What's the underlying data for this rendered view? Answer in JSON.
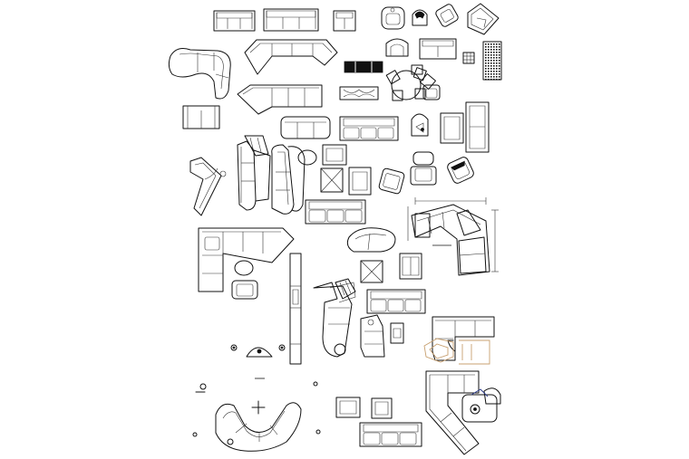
{
  "drawing": {
    "background": "#ffffff",
    "line_color": "#111111",
    "accent_colors": [
      "#c8a070",
      "#2a3a8a"
    ],
    "blocks": [
      {
        "id": "sofa-3seat-top-a",
        "type": "sofa"
      },
      {
        "id": "sofa-3seat-top-b",
        "type": "sofa"
      },
      {
        "id": "loveseat-top",
        "type": "loveseat"
      },
      {
        "id": "club-chair-top",
        "type": "armchair"
      },
      {
        "id": "swivel-chair-top",
        "type": "armchair"
      },
      {
        "id": "angled-chair-top",
        "type": "armchair"
      },
      {
        "id": "recliner-top-right",
        "type": "recliner"
      },
      {
        "id": "curved-sectional-left",
        "type": "sectional"
      },
      {
        "id": "angled-sectional-top",
        "type": "sectional"
      },
      {
        "id": "round-chair-top",
        "type": "armchair"
      },
      {
        "id": "loveseat-small-top",
        "type": "loveseat"
      },
      {
        "id": "hatched-panel",
        "type": "table"
      },
      {
        "id": "grid-ottoman",
        "type": "ottoman"
      },
      {
        "id": "console-dark",
        "type": "table"
      },
      {
        "id": "dining-chairs-set",
        "type": "chair-set"
      },
      {
        "id": "corner-sectional-a",
        "type": "sectional"
      },
      {
        "id": "coffee-table-ornate",
        "type": "table"
      },
      {
        "id": "loveseat-mid-left",
        "type": "loveseat"
      },
      {
        "id": "sofa-rounded-mid",
        "type": "sofa"
      },
      {
        "id": "sofa-cushioned-mid",
        "type": "sofa"
      },
      {
        "id": "chaise-round-mid",
        "type": "chaise"
      },
      {
        "id": "chair-pair-mid",
        "type": "armchair"
      },
      {
        "id": "side-table-mid",
        "type": "table"
      },
      {
        "id": "tub-chair-left",
        "type": "armchair"
      },
      {
        "id": "long-recliner-sectional",
        "type": "sectional"
      },
      {
        "id": "curved-sofa-mid",
        "type": "sofa"
      },
      {
        "id": "ottoman-pad",
        "type": "ottoman"
      },
      {
        "id": "x-table-a",
        "type": "table"
      },
      {
        "id": "chair-mid-a",
        "type": "armchair"
      },
      {
        "id": "recliner-mid-right",
        "type": "recliner"
      },
      {
        "id": "lounge-chair-mid",
        "type": "armchair"
      },
      {
        "id": "sofa-3seat-mid",
        "type": "sofa"
      },
      {
        "id": "dimensioned-sectional",
        "type": "sectional"
      },
      {
        "id": "l-sectional-left",
        "type": "sectional"
      },
      {
        "id": "round-chaise-center",
        "type": "chaise"
      },
      {
        "id": "x-table-b",
        "type": "table"
      },
      {
        "id": "chair-low-center",
        "type": "armchair"
      },
      {
        "id": "tall-cabinet-strip",
        "type": "cabinet"
      },
      {
        "id": "pouf-left",
        "type": "ottoman"
      },
      {
        "id": "chair-left-low",
        "type": "armchair"
      },
      {
        "id": "recliner-sectional-center",
        "type": "sectional"
      },
      {
        "id": "sofa-center-low",
        "type": "sofa"
      },
      {
        "id": "corner-unit-center",
        "type": "sectional"
      },
      {
        "id": "table-center-low",
        "type": "table"
      },
      {
        "id": "sectional-right-low",
        "type": "sectional"
      },
      {
        "id": "accent-outlines",
        "type": "annotation"
      },
      {
        "id": "lamp-symbols",
        "type": "lamp"
      },
      {
        "id": "half-round-table",
        "type": "table"
      },
      {
        "id": "curved-sectional-bottom",
        "type": "sectional"
      },
      {
        "id": "chair-bottom-center",
        "type": "armchair"
      },
      {
        "id": "table-bottom-center",
        "type": "table"
      },
      {
        "id": "sofa-bottom-center",
        "type": "sofa"
      },
      {
        "id": "diagonal-sectional-bottom",
        "type": "sectional"
      },
      {
        "id": "small-marks",
        "type": "annotation"
      }
    ]
  }
}
